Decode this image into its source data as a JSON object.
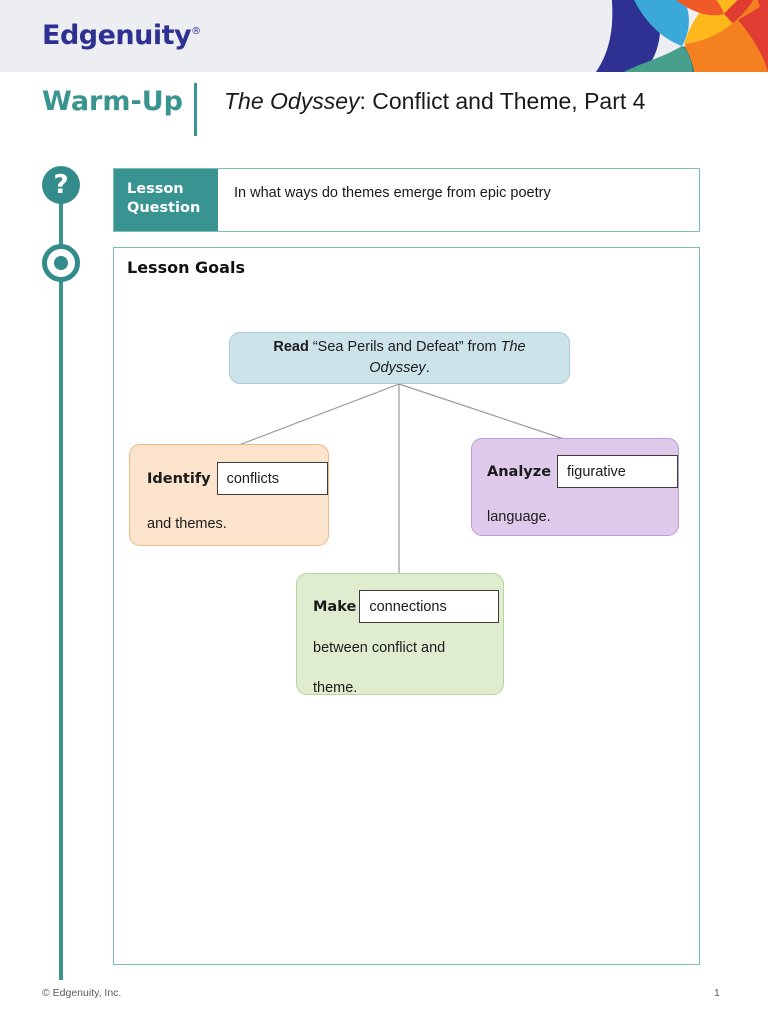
{
  "header": {
    "brand": "Edgenuity",
    "brand_registered_mark": "®",
    "logo_mark_name": "edgenuity-petal-logo",
    "band_color": "#eceef2",
    "brand_color": "#2e3192",
    "logo_colors": {
      "navy": "#2e3192",
      "sky_blue": "#3aa8d8",
      "teal_green": "#48a08c",
      "dark_teal": "#1a7b92",
      "yellow": "#ffb81c",
      "orange": "#f4801f",
      "orange_red": "#ef5a28",
      "red": "#e03c31"
    }
  },
  "title_row": {
    "section_label": "Warm-Up",
    "section_label_color": "#3a9490",
    "title_italic_part": "The Odyssey",
    "title_rest": ": Conflict and Theme, Part 4"
  },
  "rail": {
    "accent_color": "#338b8b",
    "icons": [
      {
        "name": "question-mark-icon",
        "glyph": "?"
      },
      {
        "name": "target-ring-icon",
        "glyph": ""
      }
    ]
  },
  "lesson_question": {
    "tab_line1": "Lesson",
    "tab_line2": "Question",
    "tab_color": "#389391",
    "question_text": "In what ways do themes emerge from epic poetry"
  },
  "lesson_goals": {
    "heading": "Lesson Goals",
    "border_color": "#7dbdbb"
  },
  "diagram": {
    "type": "hierarchy",
    "connector_color": "#9a9a9a",
    "nodes": [
      {
        "id": "read",
        "keyword": "Read",
        "text_before_italic": " “Sea Perils and Defeat” from ",
        "italic_text": "The Odyssey",
        "text_after_italic": ".",
        "fill": "#cde3ea",
        "border": "#a9ccd8"
      },
      {
        "id": "identify",
        "keyword": "Identify",
        "blank_value": "conflicts",
        "tail_text": "and themes.",
        "fill": "#fbe3cc",
        "border": "#f0b885"
      },
      {
        "id": "analyze",
        "keyword": "Analyze",
        "blank_value": "figurative",
        "tail_text": "language.",
        "fill": "#dfcaeb",
        "border": "#bd9bd4"
      },
      {
        "id": "make",
        "keyword": "Make",
        "blank_value": "connections",
        "tail_line1": "between conflict and",
        "tail_line2": "theme.",
        "fill": "#dfeccf",
        "border": "#b8d69a"
      }
    ]
  },
  "footer": {
    "copyright": "© Edgenuity, Inc.",
    "page_number": "1"
  }
}
